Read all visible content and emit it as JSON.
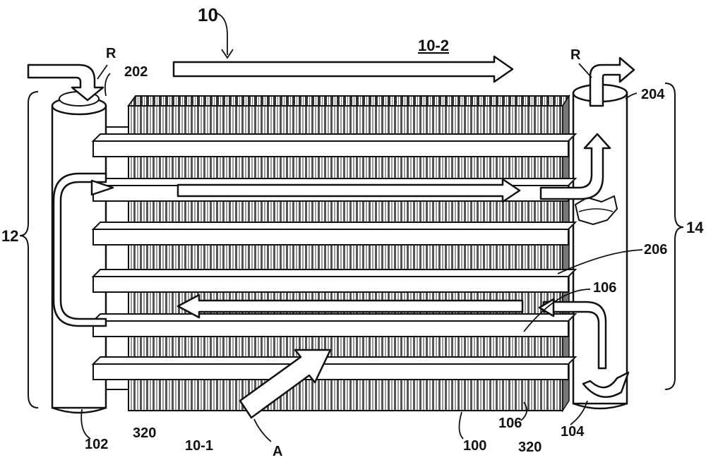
{
  "labels": {
    "ref_10": "10",
    "ref_10_2": "10-2",
    "ref_R_left": "R",
    "ref_R_right": "R",
    "ref_202": "202",
    "ref_204": "204",
    "ref_12": "12",
    "ref_14": "14",
    "ref_206": "206",
    "ref_106_upper": "106",
    "ref_106_lower": "106",
    "ref_102": "102",
    "ref_320_left": "320",
    "ref_10_1": "10-1",
    "ref_A": "A",
    "ref_100": "100",
    "ref_320_right": "320",
    "ref_104": "104"
  },
  "colors": {
    "ink": "#111111",
    "paper": "#ffffff",
    "fin_gray": "#8a8a8a"
  }
}
